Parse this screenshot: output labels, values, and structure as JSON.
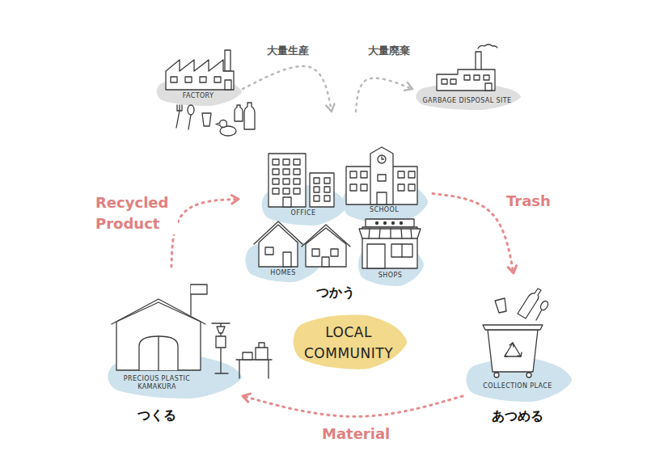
{
  "diagram": {
    "nodes": [
      {
        "text": [
          "FACTORY"
        ]
      },
      {
        "text": [
          "GARBAGE DISPOSAL SITE"
        ]
      },
      {
        "text": [
          "つかう"
        ]
      },
      {
        "text": [
          "OFFICE"
        ],
        "in": 2
      },
      {
        "text": [
          "SCHOOL"
        ],
        "in": 2
      },
      {
        "text": [
          "HOMES"
        ],
        "in": 2
      },
      {
        "text": [
          "SHOPS"
        ],
        "in": 2
      },
      {
        "text": [
          "LOCAL COMMUNITY"
        ]
      },
      {
        "text": [
          "PRECIOUS PLASTIC KAMAKURA",
          "つくる"
        ]
      },
      {
        "text": [
          "COLLECTION PLACE",
          "あつめる"
        ]
      }
    ],
    "edges": [
      {
        "from": 0,
        "to": 2,
        "label": "大量生産",
        "arrow": "to"
      },
      {
        "from": 2,
        "to": 1,
        "label": "大量廃棄",
        "arrow": "to"
      },
      {
        "from": 2,
        "to": 9,
        "label": "Trash",
        "arrow": "to"
      },
      {
        "from": 9,
        "to": 8,
        "label": "Material",
        "arrow": "to"
      },
      {
        "from": 8,
        "to": 2,
        "label": "Recycled Product",
        "arrow": "to"
      }
    ]
  }
}
